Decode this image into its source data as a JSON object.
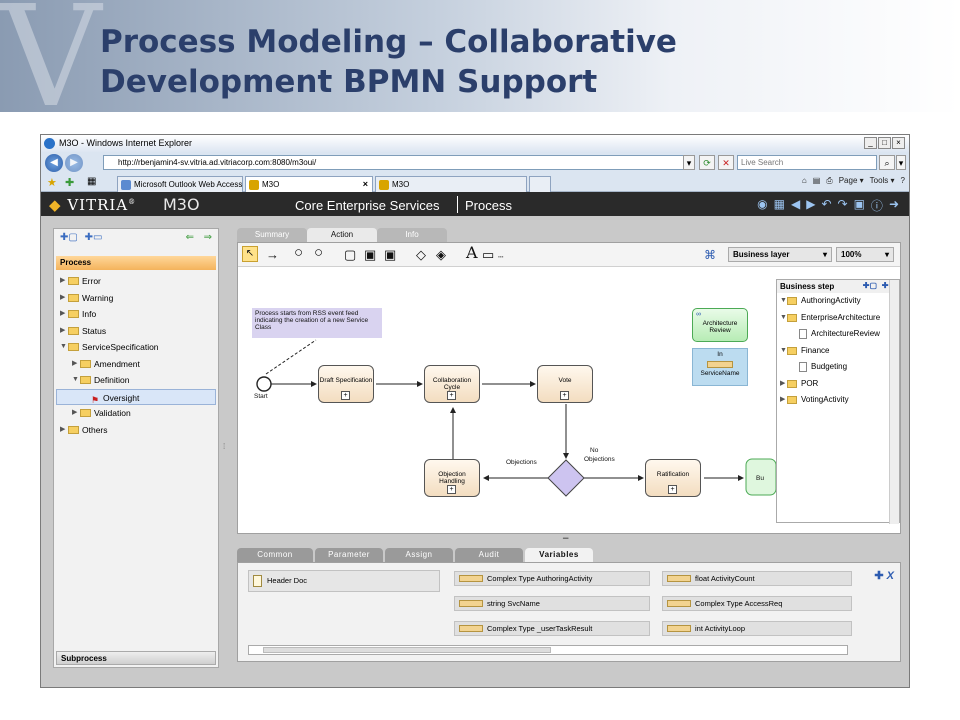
{
  "slide": {
    "title_line1": "Process Modeling – Collaborative",
    "title_line2": "Development BPMN Support",
    "title_color": "#2b3f6b"
  },
  "ie": {
    "window_title": "M3O - Windows Internet Explorer",
    "address": "http://rbenjamin4-sv.vitria.ad.vitriacorp.com:8080/m3oui/",
    "search_placeholder": "Live Search",
    "tabs": [
      "Microsoft Outlook Web Access",
      "M3O",
      "M3O"
    ],
    "commands": [
      "Page ▾",
      "Tools ▾"
    ]
  },
  "app": {
    "logo": "VITRIA",
    "logo_mark": "®",
    "product": "M3O",
    "title": "Core Enterprise Services",
    "section": "Process"
  },
  "tree": {
    "header": "Process",
    "items": [
      {
        "label": "Error",
        "depth": 0,
        "expanded": false
      },
      {
        "label": "Warning",
        "depth": 0,
        "expanded": false
      },
      {
        "label": "Info",
        "depth": 0,
        "expanded": false
      },
      {
        "label": "Status",
        "depth": 0,
        "expanded": false
      },
      {
        "label": "ServiceSpecification",
        "depth": 0,
        "expanded": true
      },
      {
        "label": "Amendment",
        "depth": 1,
        "expanded": false
      },
      {
        "label": "Definition",
        "depth": 1,
        "expanded": true
      },
      {
        "label": "Oversight",
        "depth": 2,
        "selected": true
      },
      {
        "label": "Validation",
        "depth": 1,
        "expanded": false
      },
      {
        "label": "Others",
        "depth": 0,
        "expanded": false
      }
    ],
    "subprocess": "Subprocess"
  },
  "tabs": {
    "top": [
      "Summary",
      "Action",
      "Info"
    ],
    "active_top": "Action",
    "bottom": [
      "Common",
      "Parameter",
      "Assign",
      "Audit",
      "Variables"
    ],
    "active_bottom": "Variables"
  },
  "toolbar": {
    "layer": "Business layer",
    "zoom": "100%"
  },
  "diagram": {
    "note": "Process starts from RSS event feed indicating the creation of a new Service Class",
    "start": "Start",
    "tasks": {
      "draft": "Draft Specification",
      "collab": "Collaboration Cycle",
      "vote": "Vote",
      "objection": "Objection Handling",
      "ratification": "Ratification",
      "partial": "Bu"
    },
    "labels": {
      "objections": "Objections",
      "no_objections_1": "No",
      "no_objections_2": "Objections"
    },
    "arch_review": "Architecture Review",
    "arch_in": "In",
    "service_name": "ServiceName"
  },
  "business_step": {
    "header": "Business step",
    "items": [
      {
        "label": "AuthoringActivity",
        "kind": "folder",
        "depth": 0,
        "expanded": true
      },
      {
        "label": "EnterpriseArchitecture",
        "kind": "folder",
        "depth": 0,
        "expanded": true
      },
      {
        "label": "ArchitectureReview",
        "kind": "doc",
        "depth": 1
      },
      {
        "label": "Finance",
        "kind": "folder",
        "depth": 0,
        "expanded": true
      },
      {
        "label": "Budgeting",
        "kind": "doc",
        "depth": 1
      },
      {
        "label": "POR",
        "kind": "folder",
        "depth": 0,
        "expanded": false
      },
      {
        "label": "VotingActivity",
        "kind": "folder",
        "depth": 0,
        "expanded": false
      }
    ]
  },
  "variables": {
    "header_doc": "Header Doc",
    "col2": [
      "Complex Type AuthoringActivity",
      "string SvcName",
      "Complex Type _userTaskResult"
    ],
    "col3": [
      "float ActivityCount",
      "Complex Type AccessReq",
      "int ActivityLoop"
    ]
  }
}
